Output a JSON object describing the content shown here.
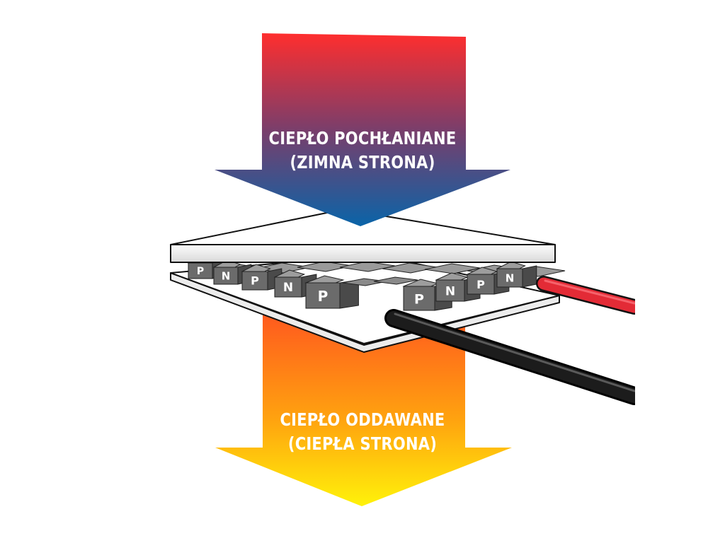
{
  "cold_side": {
    "line1": "CIEPŁO POCHŁANIANE",
    "line2": "(ZIMNA STRONA)",
    "gradient_top": "#ff2e2e",
    "gradient_bottom": "#0a64a8"
  },
  "hot_side": {
    "line1": "CIEPŁO ODDAWANE",
    "line2": "(CIEPŁA STRONA)",
    "gradient_top": "#ff5a1e",
    "gradient_bottom": "#fff20a"
  },
  "module": {
    "plate_color": "#f2f2f2",
    "element_color": "#6b6b6b",
    "legs": [
      "P",
      "N",
      "P",
      "N",
      "P",
      "P",
      "N",
      "P",
      "N"
    ]
  },
  "wires": {
    "positive_color": "#e32b36",
    "negative_color": "#1c1c1c"
  }
}
